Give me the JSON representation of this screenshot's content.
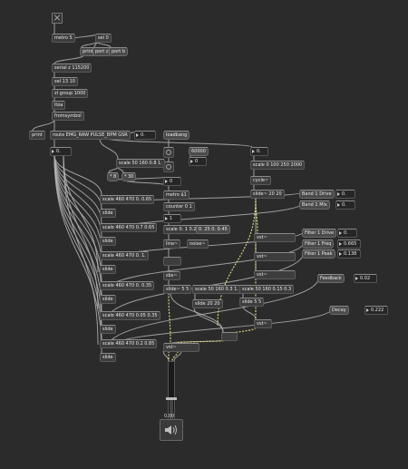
{
  "objects": {
    "metro5": "metro 5",
    "sel0": "sel 0",
    "print": "print",
    "port_z": "port z",
    "port_b": "port b",
    "serial": "serial z 115200",
    "sel1310": "sel 13 10",
    "zlgroup": "zl group 1000",
    "itoa": "itoa",
    "fromsymbol": "fromsymbol",
    "print2": "print",
    "route": "route EMG_RAW PULSE_BPM GSR",
    "loadbang": "loadbang",
    "val60000": "60000",
    "scale_a": "scale 50 160 0.8 1.",
    "star_a": "* 8",
    "star_b": "* 30",
    "scale1": "scale 460 470 0. 0.65",
    "slide1": "slide",
    "scale2": "scale 460 470 0.7 0.65",
    "slide2": "slide",
    "scale3": "scale 460 470 0. 1.",
    "slide3": "slide",
    "scale4": "scale 460 470 0. 0.35",
    "slide4": "slide",
    "scale5": "scale 460 470 0.05 0.35",
    "slide5": "slide",
    "scale6": "scale 460 470 0.2 0.85",
    "slide6": "slide",
    "metro1": "metro $1",
    "counter": "counter 0 1",
    "scale_b": "scale 0. 1 0.25",
    "msg025": "0. 25 0. 0.45",
    "line": "line~",
    "noise": "noise~",
    "sbs": "sbs~",
    "slide5_5": "slide~ 5 5",
    "scale_c": "scale 50 160 0.3 1.",
    "slide2020": "slide 20 20",
    "scale_d": "scale 50 160 0.15 0.3",
    "slide55": "slide 5 5",
    "scale_e": "scale 0 100 250 2000",
    "cycle": "cycle~",
    "slide2020b": "slide~ 20 20",
    "vst1": "vst~",
    "vst2": "vst~",
    "vst3": "vst~",
    "vst4": "vst~",
    "mixout": "vst~"
  },
  "params": {
    "band1_drive": "Band 1 Drive",
    "band1_mix": "Band 1 Mix",
    "filter1_drive": "Filter 1 Drive",
    "filter1_freq": "Filter 1 Freq",
    "filter1_peak": "Filter 1 Peak",
    "feedback": "Feedback",
    "decay": "Decay"
  },
  "numbers": {
    "n_route": "0.",
    "n_left": "0.",
    "n_loadbang": "0",
    "n_star": "0",
    "n_counter": "0",
    "n_one": "1",
    "n_right": "0.",
    "band1_drive_val": "0.",
    "band1_mix_val": "0.",
    "filter1_drive_val": "0.",
    "filter1_freq_val": "0.665",
    "filter1_peak_val": "0.138",
    "feedback_val": "0.02",
    "decay_val": "0.222",
    "gain_label": "0.00"
  },
  "colors": {
    "background": "#2b2b2b",
    "wire": "#b4b4b4",
    "signal_wire": "#d8d27a"
  }
}
